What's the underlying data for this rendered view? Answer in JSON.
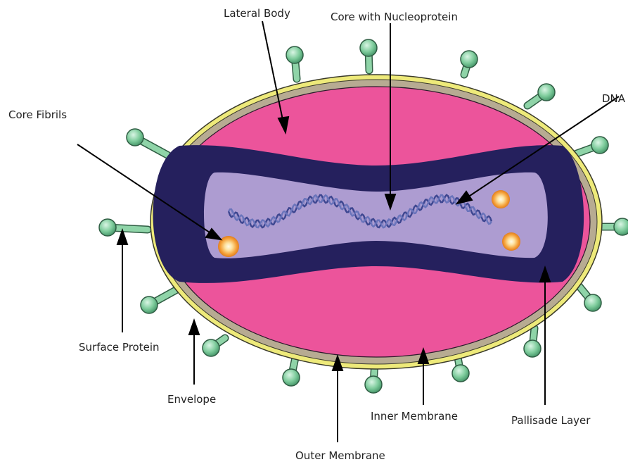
{
  "labels": {
    "lateral_body": "Lateral Body",
    "core_with_nucleoprotein": "Core with Nucleoprotein",
    "dna": "DNA",
    "core_fibrils": "Core Fibrils",
    "surface_protein": "Surface  Protein",
    "envelope": "Envelope",
    "inner_membrane": "Inner Membrane",
    "pallisade_layer": "Pallisade Layer",
    "outer_membrane": "Outer Membrane"
  },
  "colors": {
    "envelope_yellow": "#eeea7a",
    "membrane_tan": "#b7ab92",
    "lateral_body_pink": "#ec549b",
    "pallisade_navy": "#25205d",
    "core_lavender": "#ad9cd1",
    "dna_blue": "#4e5aa0",
    "spike_green": "#7ecc9c",
    "fibril_orange": "#f5a23a"
  }
}
